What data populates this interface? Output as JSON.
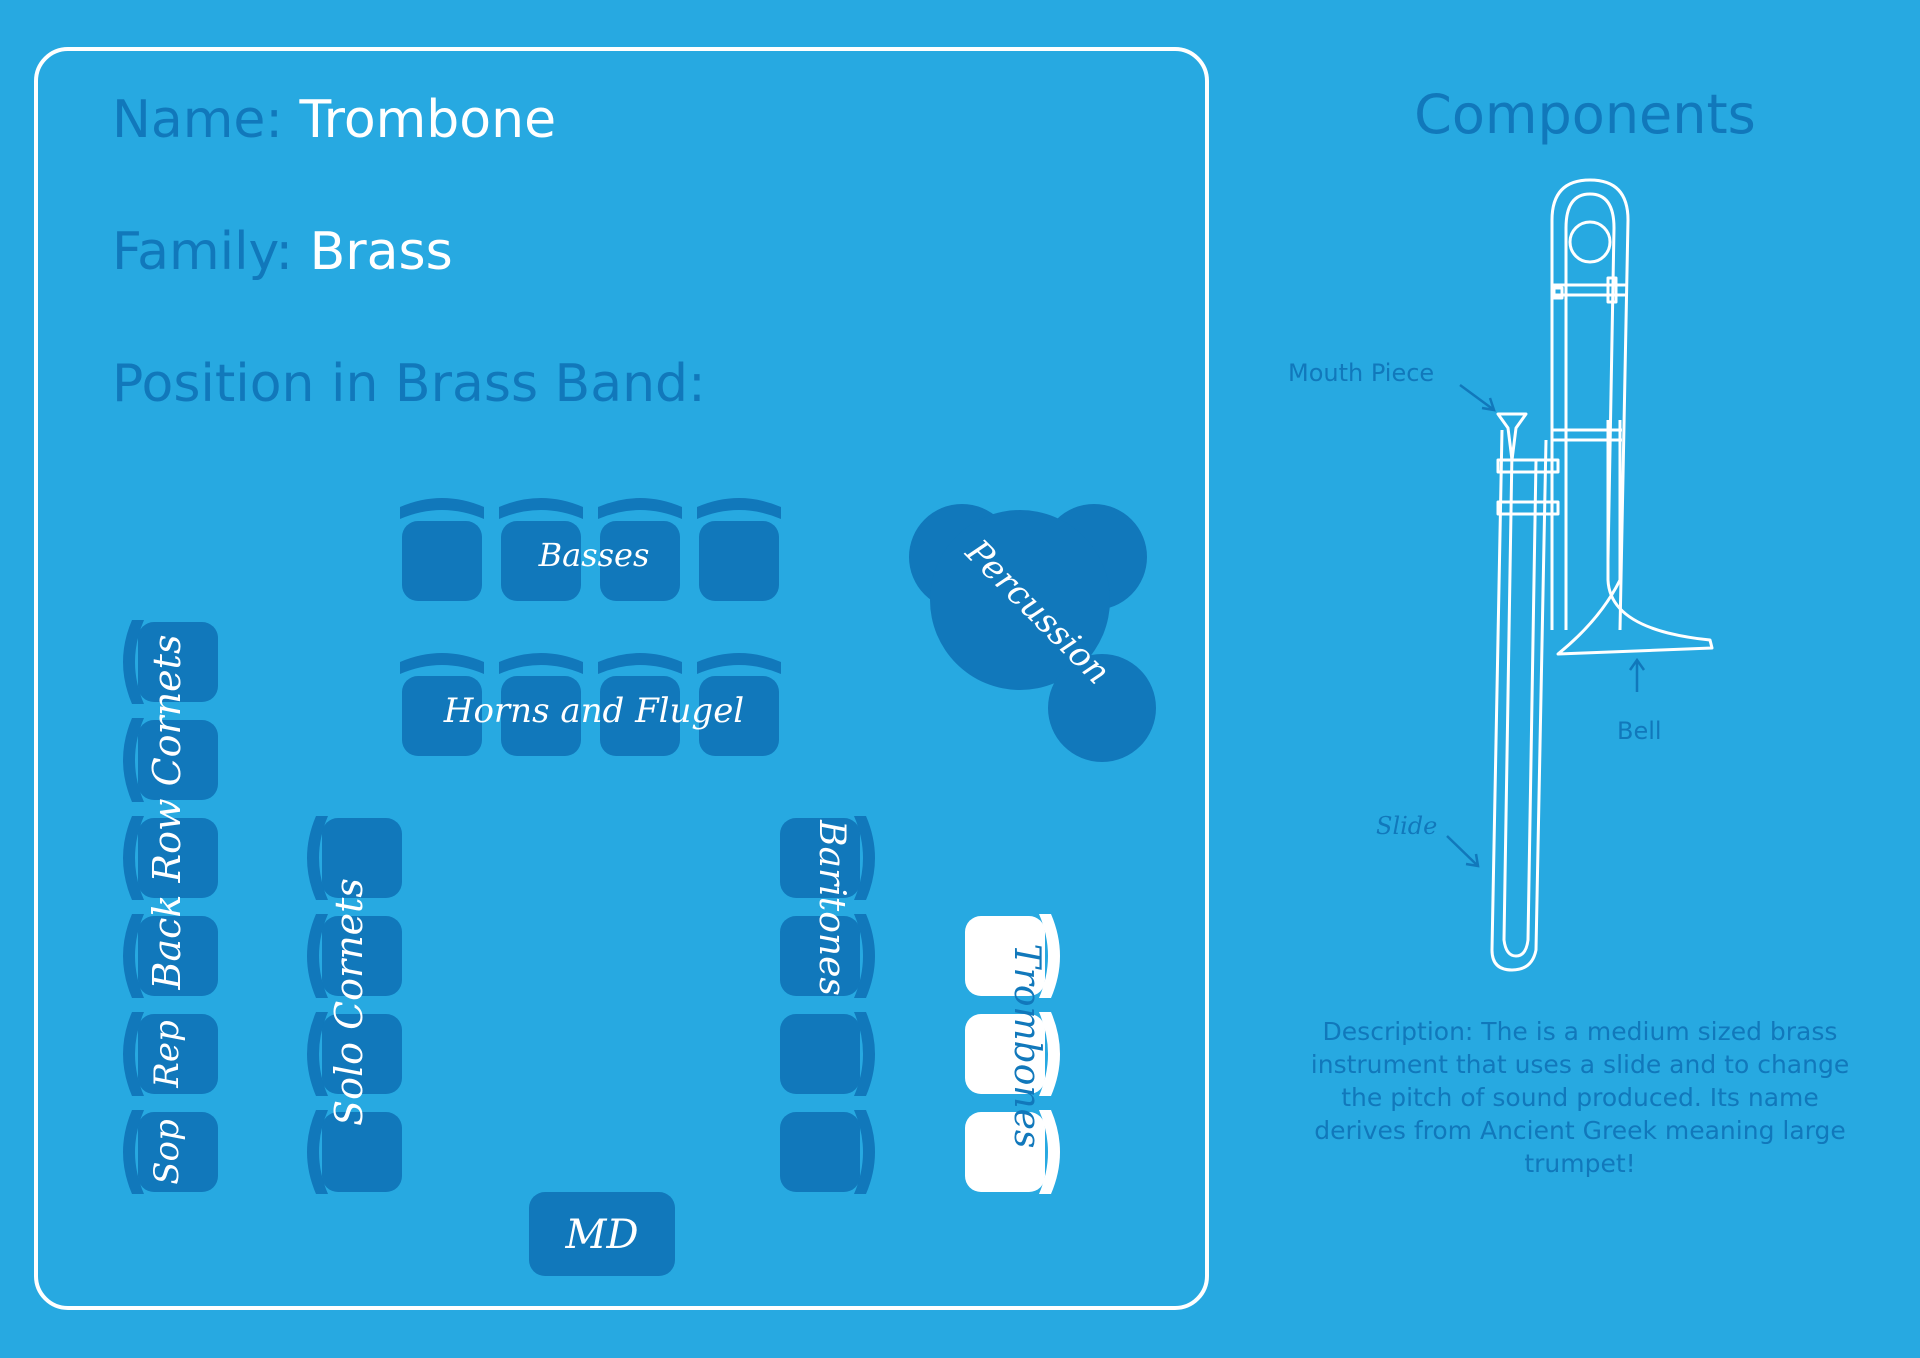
{
  "info": {
    "name_label": "Name:",
    "name_value": "Trombone",
    "family_label": "Family:",
    "family_value": "Brass",
    "position_label": "Position in Brass Band:"
  },
  "band": {
    "basses": "Basses",
    "horns": "Horns and Flugel",
    "percussion": "Percussion",
    "back_row": "Back Row Cornets",
    "rep": "Rep",
    "sop": "Sop",
    "solo": "Solo Cornets",
    "baritones": "Baritones",
    "trombones": "Trombones",
    "md": "MD"
  },
  "components": {
    "title": "Components",
    "mouth_piece": "Mouth Piece",
    "bell": "Bell",
    "slide": "Slide",
    "description": "Description: The  is a medium sized brass instrument that uses a slide and to change the pitch of sound produced. Its name derives from Ancient Greek meaning large trumpet!"
  },
  "colors": {
    "background": "#27a9e1",
    "seat": "#1178bb",
    "highlight": "#ffffff",
    "text_blue": "#1178bb"
  }
}
